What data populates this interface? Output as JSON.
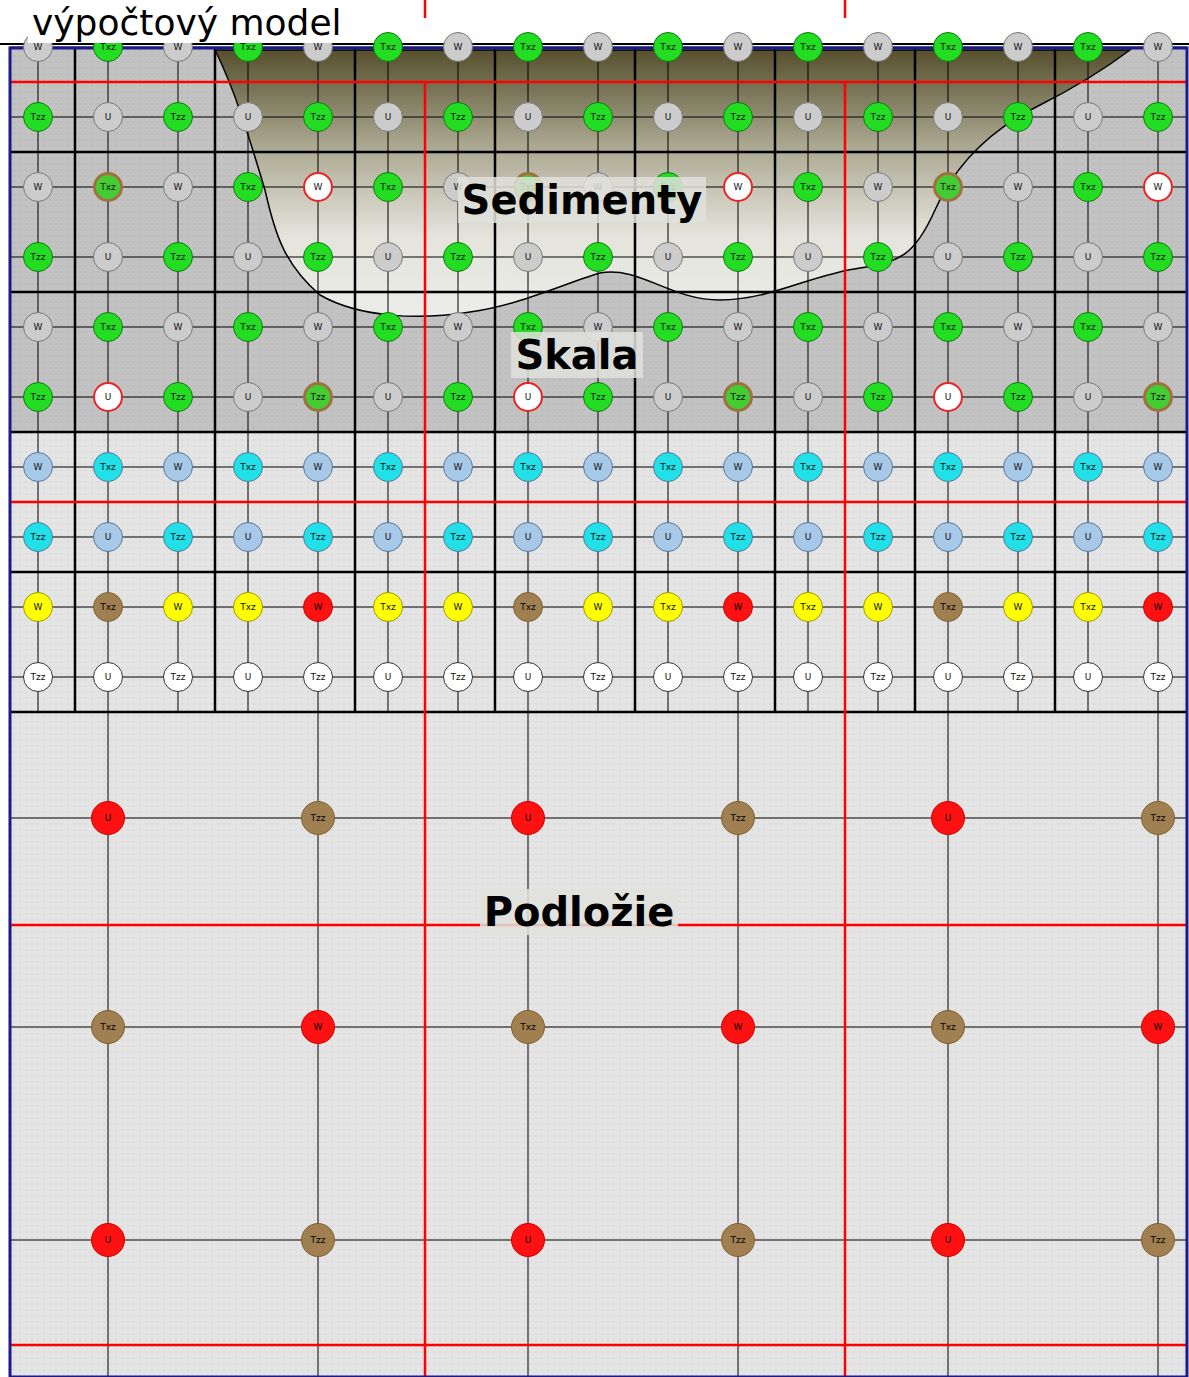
{
  "diagram": {
    "title": "výpočtový model",
    "nodes": [
      {
        "text": [
          "W"
        ]
      },
      {
        "text": [
          "Txz"
        ]
      },
      {
        "text": [
          "W"
        ]
      },
      {
        "text": [
          "Txz"
        ]
      },
      {
        "text": [
          "W"
        ]
      },
      {
        "text": [
          "Txz"
        ]
      },
      {
        "text": [
          "W"
        ]
      },
      {
        "text": [
          "Txz"
        ]
      },
      {
        "text": [
          "W"
        ]
      },
      {
        "text": [
          "Txz"
        ]
      },
      {
        "text": [
          "W"
        ]
      },
      {
        "text": [
          "Txz"
        ]
      },
      {
        "text": [
          "W"
        ]
      },
      {
        "text": [
          "Txz"
        ]
      },
      {
        "text": [
          "W"
        ]
      },
      {
        "text": [
          "Txz"
        ]
      },
      {
        "text": [
          "W"
        ]
      },
      {
        "text": [
          "Tzz"
        ]
      },
      {
        "text": [
          "U"
        ]
      },
      {
        "text": [
          "Tzz"
        ]
      },
      {
        "text": [
          "U"
        ]
      },
      {
        "text": [
          "Tzz"
        ]
      },
      {
        "text": [
          "U"
        ]
      },
      {
        "text": [
          "Tzz"
        ]
      },
      {
        "text": [
          "U"
        ]
      },
      {
        "text": [
          "Tzz"
        ]
      },
      {
        "text": [
          "U"
        ]
      },
      {
        "text": [
          "Tzz"
        ]
      },
      {
        "text": [
          "U"
        ]
      },
      {
        "text": [
          "Tzz"
        ]
      },
      {
        "text": [
          "U"
        ]
      },
      {
        "text": [
          "Tzz"
        ]
      },
      {
        "text": [
          "U"
        ]
      },
      {
        "text": [
          "Tzz"
        ]
      },
      {
        "text": [
          "W"
        ]
      },
      {
        "text": [
          "Txz"
        ]
      },
      {
        "text": [
          "W"
        ]
      },
      {
        "text": [
          "Txz"
        ]
      },
      {
        "text": [
          "W"
        ]
      },
      {
        "text": [
          "Txz"
        ]
      },
      {
        "text": [
          "W"
        ]
      },
      {
        "text": [
          "Txz"
        ]
      },
      {
        "text": [
          "W"
        ]
      },
      {
        "text": [
          "Txz"
        ]
      },
      {
        "text": [
          "W"
        ]
      },
      {
        "text": [
          "Txz"
        ]
      },
      {
        "text": [
          "W"
        ]
      },
      {
        "text": [
          "Txz"
        ]
      },
      {
        "text": [
          "W"
        ]
      },
      {
        "text": [
          "Txz"
        ]
      },
      {
        "text": [
          "W"
        ]
      },
      {
        "text": [
          "Tzz"
        ]
      },
      {
        "text": [
          "U"
        ]
      },
      {
        "text": [
          "Tzz"
        ]
      },
      {
        "text": [
          "U"
        ]
      },
      {
        "text": [
          "Tzz"
        ]
      },
      {
        "text": [
          "U"
        ]
      },
      {
        "text": [
          "Tzz"
        ]
      },
      {
        "text": [
          "U"
        ]
      },
      {
        "text": [
          "Tzz"
        ]
      },
      {
        "text": [
          "U"
        ]
      },
      {
        "text": [
          "Tzz"
        ]
      },
      {
        "text": [
          "U"
        ]
      },
      {
        "text": [
          "Tzz"
        ]
      },
      {
        "text": [
          "U"
        ]
      },
      {
        "text": [
          "Tzz"
        ]
      },
      {
        "text": [
          "U"
        ]
      },
      {
        "text": [
          "Tzz"
        ]
      },
      {
        "text": [
          "W"
        ]
      },
      {
        "text": [
          "Txz"
        ]
      },
      {
        "text": [
          "W"
        ]
      },
      {
        "text": [
          "Txz"
        ]
      },
      {
        "text": [
          "W"
        ]
      },
      {
        "text": [
          "Txz"
        ]
      },
      {
        "text": [
          "W"
        ]
      },
      {
        "text": [
          "Txz"
        ]
      },
      {
        "text": [
          "W"
        ]
      },
      {
        "text": [
          "Txz"
        ]
      },
      {
        "text": [
          "W"
        ]
      },
      {
        "text": [
          "Txz"
        ]
      },
      {
        "text": [
          "W"
        ]
      },
      {
        "text": [
          "Txz"
        ]
      },
      {
        "text": [
          "W"
        ]
      },
      {
        "text": [
          "Txz"
        ]
      },
      {
        "text": [
          "W"
        ]
      },
      {
        "text": [
          "Tzz"
        ]
      },
      {
        "text": [
          "U"
        ]
      },
      {
        "text": [
          "Tzz"
        ]
      },
      {
        "text": [
          "U"
        ]
      },
      {
        "text": [
          "Tzz"
        ]
      },
      {
        "text": [
          "U"
        ]
      },
      {
        "text": [
          "Tzz"
        ]
      },
      {
        "text": [
          "U"
        ]
      },
      {
        "text": [
          "Tzz"
        ]
      },
      {
        "text": [
          "U"
        ]
      },
      {
        "text": [
          "Tzz"
        ]
      },
      {
        "text": [
          "U"
        ]
      },
      {
        "text": [
          "Tzz"
        ]
      },
      {
        "text": [
          "U"
        ]
      },
      {
        "text": [
          "Tzz"
        ]
      },
      {
        "text": [
          "U"
        ]
      },
      {
        "text": [
          "Tzz"
        ]
      },
      {
        "text": [
          "W"
        ]
      },
      {
        "text": [
          "Txz"
        ]
      },
      {
        "text": [
          "W"
        ]
      },
      {
        "text": [
          "Txz"
        ]
      },
      {
        "text": [
          "W"
        ]
      },
      {
        "text": [
          "Txz"
        ]
      },
      {
        "text": [
          "W"
        ]
      },
      {
        "text": [
          "Txz"
        ]
      },
      {
        "text": [
          "W"
        ]
      },
      {
        "text": [
          "Txz"
        ]
      },
      {
        "text": [
          "W"
        ]
      },
      {
        "text": [
          "Txz"
        ]
      },
      {
        "text": [
          "W"
        ]
      },
      {
        "text": [
          "Txz"
        ]
      },
      {
        "text": [
          "W"
        ]
      },
      {
        "text": [
          "Txz"
        ]
      },
      {
        "text": [
          "W"
        ]
      },
      {
        "text": [
          "Tzz"
        ]
      },
      {
        "text": [
          "U"
        ]
      },
      {
        "text": [
          "Tzz"
        ]
      },
      {
        "text": [
          "U"
        ]
      },
      {
        "text": [
          "Tzz"
        ]
      },
      {
        "text": [
          "U"
        ]
      },
      {
        "text": [
          "Tzz"
        ]
      },
      {
        "text": [
          "U"
        ]
      },
      {
        "text": [
          "Tzz"
        ]
      },
      {
        "text": [
          "U"
        ]
      },
      {
        "text": [
          "Tzz"
        ]
      },
      {
        "text": [
          "U"
        ]
      },
      {
        "text": [
          "Tzz"
        ]
      },
      {
        "text": [
          "U"
        ]
      },
      {
        "text": [
          "Tzz"
        ]
      },
      {
        "text": [
          "U"
        ]
      },
      {
        "text": [
          "Tzz"
        ]
      },
      {
        "text": [
          "W"
        ]
      },
      {
        "text": [
          "Txz"
        ]
      },
      {
        "text": [
          "W"
        ]
      },
      {
        "text": [
          "Txz"
        ]
      },
      {
        "text": [
          "W"
        ]
      },
      {
        "text": [
          "Txz"
        ]
      },
      {
        "text": [
          "W"
        ]
      },
      {
        "text": [
          "Txz"
        ]
      },
      {
        "text": [
          "W"
        ]
      },
      {
        "text": [
          "Txz"
        ]
      },
      {
        "text": [
          "W"
        ]
      },
      {
        "text": [
          "Txz"
        ]
      },
      {
        "text": [
          "W"
        ]
      },
      {
        "text": [
          "Txz"
        ]
      },
      {
        "text": [
          "W"
        ]
      },
      {
        "text": [
          "Txz"
        ]
      },
      {
        "text": [
          "W"
        ]
      },
      {
        "text": [
          "Tzz"
        ]
      },
      {
        "text": [
          "U"
        ]
      },
      {
        "text": [
          "Tzz"
        ]
      },
      {
        "text": [
          "U"
        ]
      },
      {
        "text": [
          "Tzz"
        ]
      },
      {
        "text": [
          "U"
        ]
      },
      {
        "text": [
          "Tzz"
        ]
      },
      {
        "text": [
          "U"
        ]
      },
      {
        "text": [
          "Tzz"
        ]
      },
      {
        "text": [
          "U"
        ]
      },
      {
        "text": [
          "Tzz"
        ]
      },
      {
        "text": [
          "U"
        ]
      },
      {
        "text": [
          "Tzz"
        ]
      },
      {
        "text": [
          "U"
        ]
      },
      {
        "text": [
          "Tzz"
        ]
      },
      {
        "text": [
          "U"
        ]
      },
      {
        "text": [
          "Tzz"
        ]
      },
      {
        "text": [
          "U"
        ]
      },
      {
        "text": [
          "Tzz"
        ]
      },
      {
        "text": [
          "U"
        ]
      },
      {
        "text": [
          "Tzz"
        ]
      },
      {
        "text": [
          "U"
        ]
      },
      {
        "text": [
          "Tzz"
        ]
      },
      {
        "text": [
          "Txz"
        ]
      },
      {
        "text": [
          "W"
        ]
      },
      {
        "text": [
          "Txz"
        ]
      },
      {
        "text": [
          "W"
        ]
      },
      {
        "text": [
          "Txz"
        ]
      },
      {
        "text": [
          "W"
        ]
      },
      {
        "text": [
          "U"
        ]
      },
      {
        "text": [
          "Tzz"
        ]
      },
      {
        "text": [
          "U"
        ]
      },
      {
        "text": [
          "Tzz"
        ]
      },
      {
        "text": [
          "U"
        ]
      },
      {
        "text": [
          "Tzz"
        ]
      }
    ],
    "labels": [
      "Sedimenty",
      "Skala",
      "Podložie"
    ]
  }
}
